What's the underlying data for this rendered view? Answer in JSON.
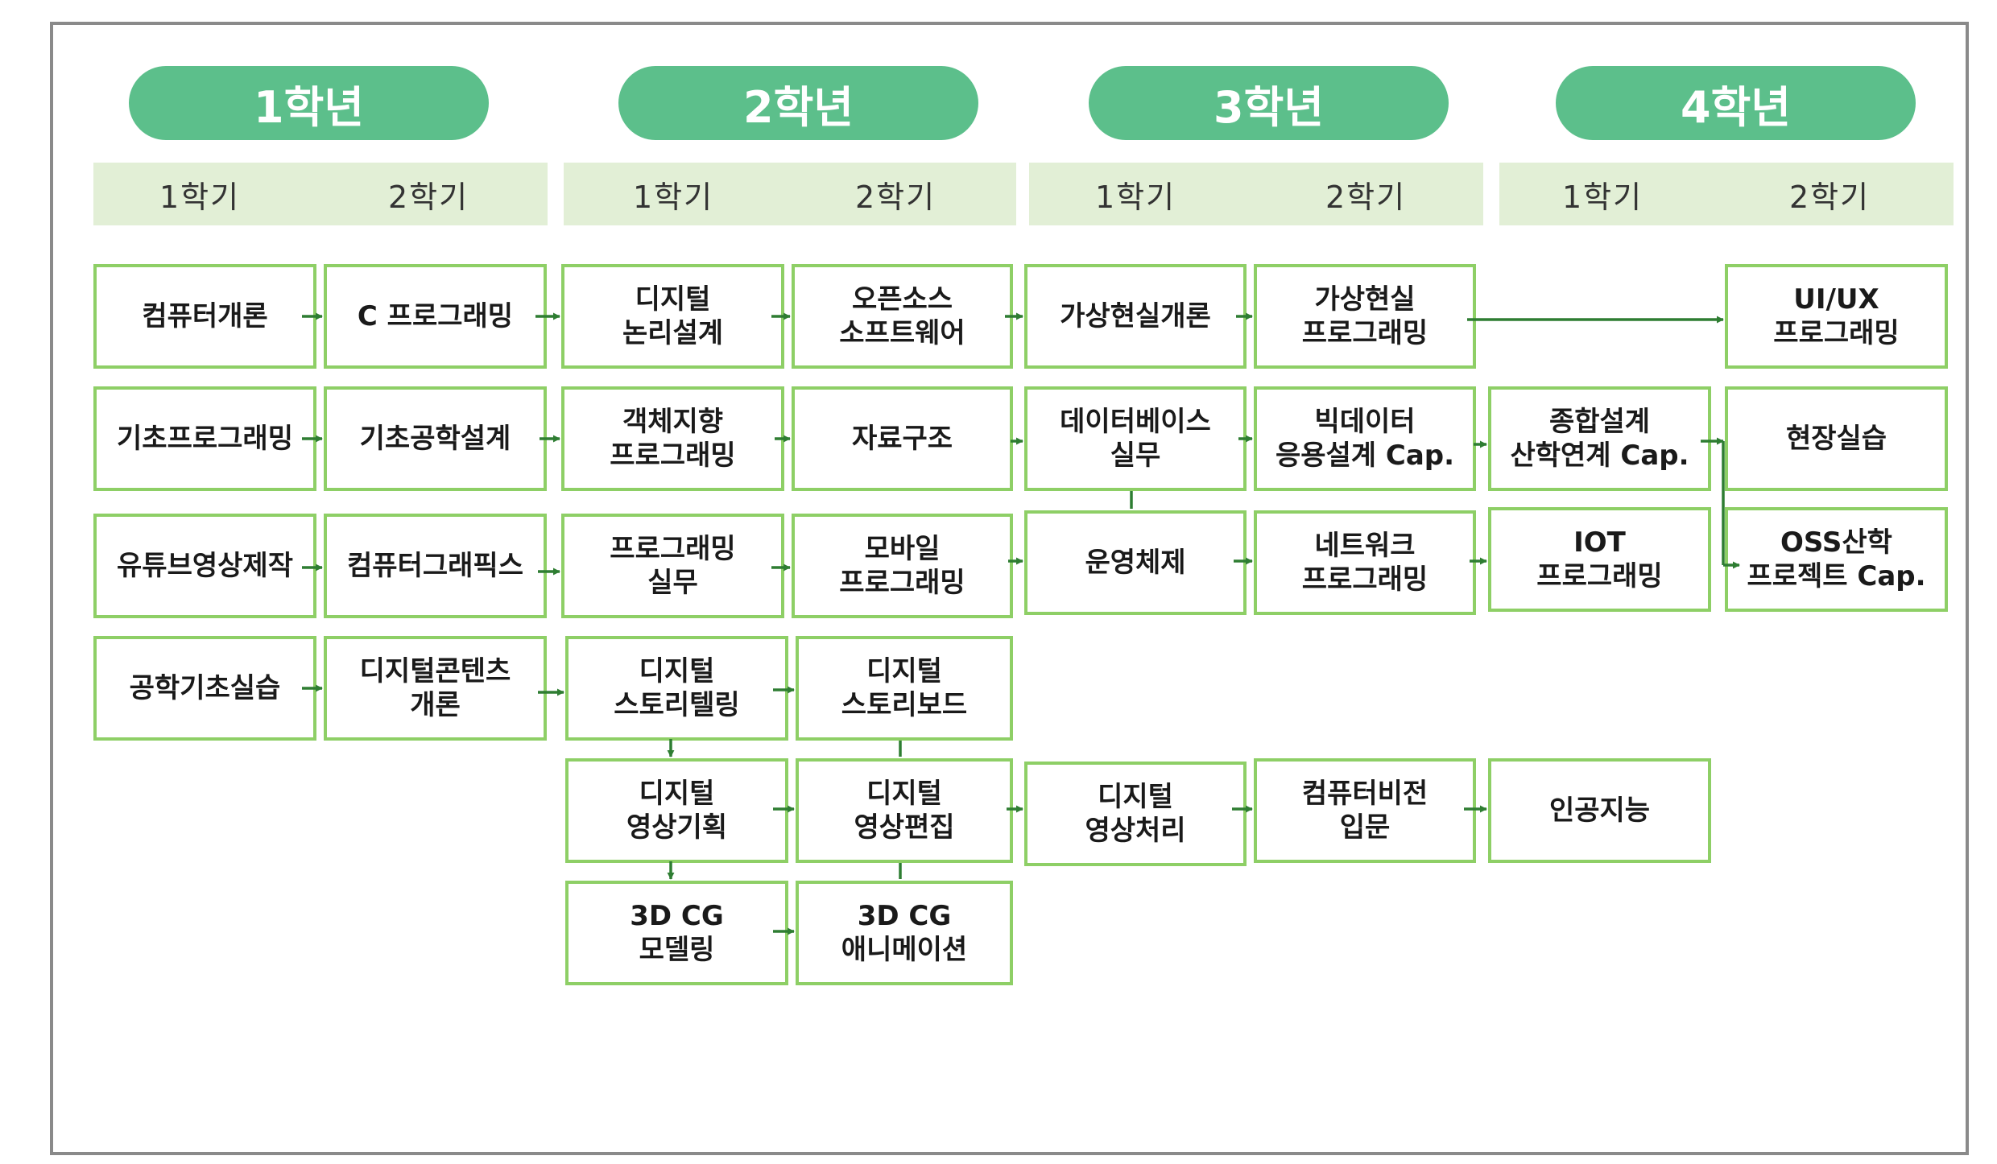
{
  "years": [
    {
      "id": "y1",
      "label": "1학년"
    },
    {
      "id": "y2",
      "label": "2학년"
    },
    {
      "id": "y3",
      "label": "3학년"
    },
    {
      "id": "y4",
      "label": "4학년"
    }
  ],
  "semesters": [
    "1학기",
    "2학기",
    "1학기",
    "2학기",
    "1학기",
    "2학기",
    "1학기",
    "2학기"
  ],
  "courses": [
    {
      "id": "c1",
      "lines": [
        "컴퓨터개론"
      ]
    },
    {
      "id": "c2",
      "lines": [
        "C 프로그래밍"
      ]
    },
    {
      "id": "c3",
      "lines": [
        "디지털",
        "논리설계"
      ]
    },
    {
      "id": "c4",
      "lines": [
        "오픈소스",
        "소프트웨어"
      ]
    },
    {
      "id": "c5",
      "lines": [
        "가상현실개론"
      ]
    },
    {
      "id": "c6",
      "lines": [
        "가상현실",
        "프로그래밍"
      ]
    },
    {
      "id": "c7",
      "lines": [
        "UI/UX",
        "프로그래밍"
      ]
    },
    {
      "id": "c8",
      "lines": [
        "기초프로그래밍"
      ]
    },
    {
      "id": "c9",
      "lines": [
        "기초공학설계"
      ]
    },
    {
      "id": "c10",
      "lines": [
        "객체지향",
        "프로그래밍"
      ]
    },
    {
      "id": "c11",
      "lines": [
        "자료구조"
      ]
    },
    {
      "id": "c12",
      "lines": [
        "데이터베이스",
        "실무"
      ]
    },
    {
      "id": "c13",
      "lines": [
        "빅데이터",
        "응용설계 Cap."
      ]
    },
    {
      "id": "c14",
      "lines": [
        "종합설계",
        "산학연계 Cap."
      ]
    },
    {
      "id": "c15",
      "lines": [
        "현장실습"
      ]
    },
    {
      "id": "c16",
      "lines": [
        "유튜브영상제작"
      ]
    },
    {
      "id": "c17",
      "lines": [
        "컴퓨터그래픽스"
      ]
    },
    {
      "id": "c18",
      "lines": [
        "프로그래밍",
        "실무"
      ]
    },
    {
      "id": "c19",
      "lines": [
        "모바일",
        "프로그래밍"
      ]
    },
    {
      "id": "c20",
      "lines": [
        "운영체제"
      ]
    },
    {
      "id": "c21",
      "lines": [
        "네트워크",
        "프로그래밍"
      ]
    },
    {
      "id": "c22",
      "lines": [
        "IOT",
        "프로그래밍"
      ]
    },
    {
      "id": "c23",
      "lines": [
        "OSS산학",
        "프로젝트 Cap."
      ]
    },
    {
      "id": "c24",
      "lines": [
        "공학기초실습"
      ]
    },
    {
      "id": "c25",
      "lines": [
        "디지털콘텐츠",
        "개론"
      ]
    },
    {
      "id": "c26",
      "lines": [
        "디지털",
        "스토리텔링"
      ]
    },
    {
      "id": "c27",
      "lines": [
        "디지털",
        "스토리보드"
      ]
    },
    {
      "id": "c28",
      "lines": [
        "디지털",
        "영상기획"
      ]
    },
    {
      "id": "c29",
      "lines": [
        "디지털",
        "영상편집"
      ]
    },
    {
      "id": "c30",
      "lines": [
        "디지털",
        "영상처리"
      ]
    },
    {
      "id": "c31",
      "lines": [
        "컴퓨터비전",
        "입문"
      ]
    },
    {
      "id": "c32",
      "lines": [
        "인공지능"
      ]
    },
    {
      "id": "c33",
      "lines": [
        "3D CG",
        "모델링"
      ]
    },
    {
      "id": "c34",
      "lines": [
        "3D CG",
        "애니메이션"
      ]
    }
  ],
  "colors": {
    "year_pill": "#5cbf8b",
    "semester_band": "#e2efd6",
    "box_border": "#8ecf66",
    "arrow": "#2e7d32",
    "frame": "#8a8a8a"
  }
}
